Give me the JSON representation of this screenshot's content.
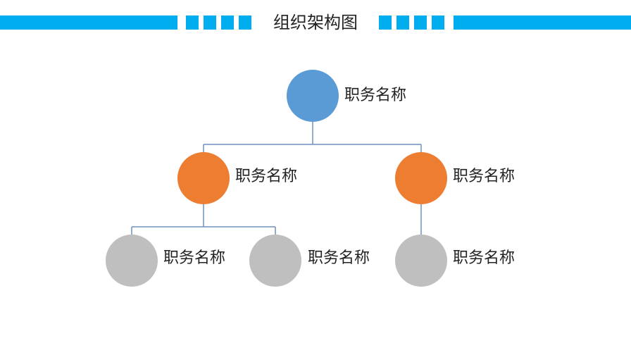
{
  "title": "组织架构图",
  "colors": {
    "header_accent": "#00AEEF",
    "connector": "#6E8FBF",
    "level1": "#5B9BD5",
    "level2": "#ED7D31",
    "level3": "#BFBFBF"
  },
  "nodes": {
    "root": {
      "label": "职务名称",
      "color": "#5B9BD5"
    },
    "left_manager": {
      "label": "职务名称",
      "color": "#ED7D31"
    },
    "right_manager": {
      "label": "职务名称",
      "color": "#ED7D31"
    },
    "left_staff_1": {
      "label": "职务名称",
      "color": "#BFBFBF"
    },
    "left_staff_2": {
      "label": "职务名称",
      "color": "#BFBFBF"
    },
    "right_staff_1": {
      "label": "职务名称",
      "color": "#BFBFBF"
    }
  }
}
